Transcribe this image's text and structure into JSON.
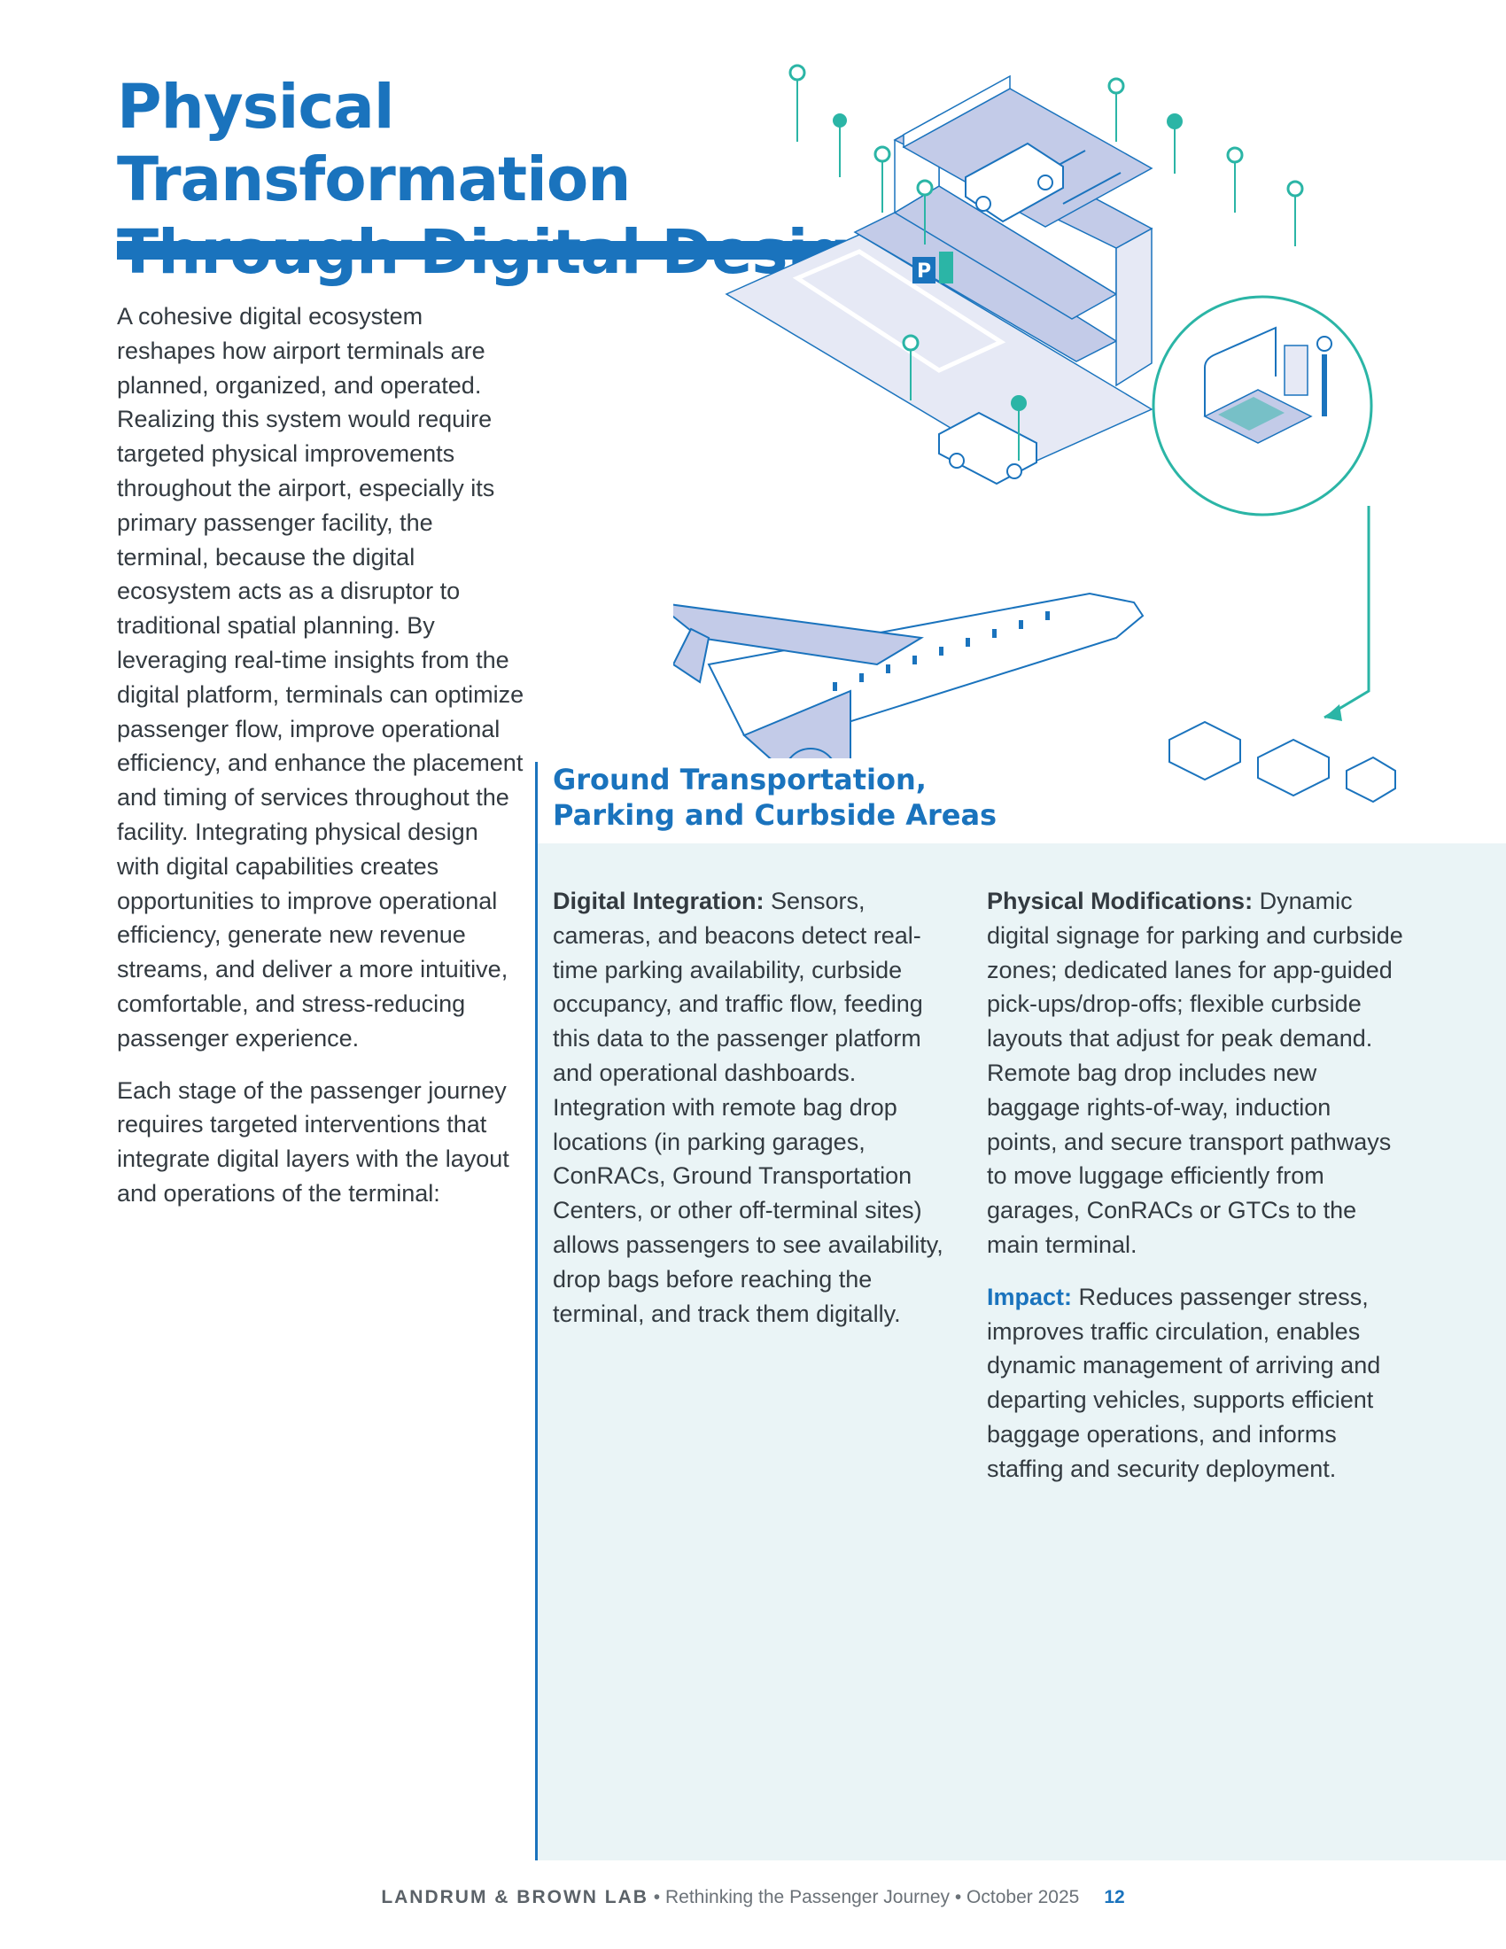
{
  "page": {
    "title_line1": "Physical Transformation",
    "title_line2": "Through Digital Design",
    "intro_p1": "A cohesive digital ecosystem reshapes how airport terminals are planned, organized, and operated. Realizing this system would require targeted physical improvements throughout the airport, especially its primary passenger facility, the terminal, because the digital ecosystem acts as a disruptor to traditional spatial planning. By leveraging real-time insights from the digital platform, terminals can optimize passenger flow, improve operational efficiency, and enhance the placement and timing of services throughout the facility. Integrating physical design with digital capabilities creates opportunities to improve operational efficiency, generate new revenue streams, and deliver a more intuitive, comfortable, and stress-reducing passenger experience.",
    "intro_p2": "Each stage of the passenger journey requires targeted interventions that integrate digital layers with the layout and operations of the terminal:"
  },
  "illustration": {
    "parking_sign": "P"
  },
  "section": {
    "heading_line1": "Ground Transportation,",
    "heading_line2": "Parking and Curbside Areas",
    "digital_label": "Digital Integration:",
    "digital_text": " Sensors, cameras, and beacons detect real-time parking availability, curbside occupancy, and traffic flow, feeding this data to the passenger platform and operational dashboards. Integration with remote bag drop locations (in parking garages, ConRACs, Ground Transportation Centers, or other off-terminal sites) allows passengers to see availability, drop bags before reaching the terminal, and track them digitally.",
    "physical_label": "Physical Modifications:",
    "physical_text": " Dynamic digital signage for parking and curbside zones; dedicated lanes for app-guided pick-ups/drop-offs; flexible curbside layouts that adjust for peak demand. Remote bag drop includes new baggage rights-of-way, induction points, and secure transport pathways to move luggage efficiently from garages, ConRACs or GTCs to the main terminal.",
    "impact_label": "Impact:",
    "impact_text": " Reduces passenger stress, improves traffic circulation, enables dynamic management of arriving and departing vehicles, supports efficient baggage operations, and informs staffing and security deployment."
  },
  "footer": {
    "brand": "LANDRUM & BROWN LAB",
    "sep1": " • ",
    "publication": "Rethinking the Passenger Journey",
    "sep2": " • ",
    "date": "October 2025",
    "page_number": "12"
  },
  "colors": {
    "brand_blue": "#1a73bd",
    "teal": "#2bb5a6",
    "illustration_fill": "#c3cbe8",
    "panel_bg": "#eaf4f6"
  }
}
